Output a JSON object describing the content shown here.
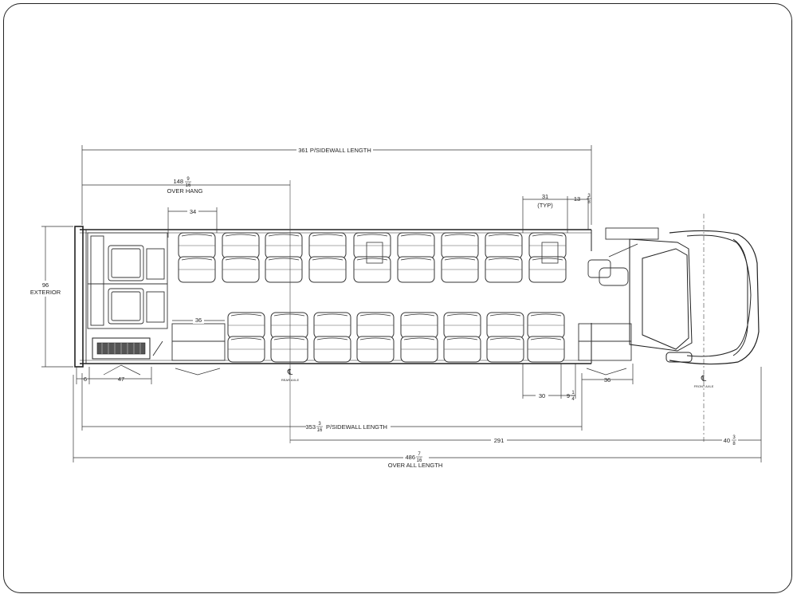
{
  "dimensions": {
    "sidewall_top": "361 P/SIDEWALL LENGTH",
    "overhang_whole": "148",
    "overhang_num": "9",
    "overhang_den": "16",
    "overhang_label": "OVER HANG",
    "seat_width": "34",
    "seat_pitch": "31",
    "seat_pitch_note": "(TYP)",
    "front_whole": "13",
    "front_num": "3",
    "front_den": "8",
    "exterior_value": "96",
    "exterior_label": "EXTERIOR",
    "aisle": "36",
    "left_gap": "6",
    "rear_width": "47",
    "bottom_seat": "30",
    "bottom_gap_whole": "9",
    "bottom_gap_num": "1",
    "bottom_gap_den": "4",
    "bottom_right": "36",
    "sidewall_bottom_whole": "353",
    "sidewall_bottom_num": "3",
    "sidewall_bottom_den": "16",
    "sidewall_bottom_label": "P/SIDEWALL LENGTH",
    "wheelbase": "291",
    "front_overhang_whole": "40",
    "front_overhang_num": "3",
    "front_overhang_den": "8",
    "overall_whole": "486",
    "overall_num": "7",
    "overall_den": "16",
    "overall_label": "OVER ALL LENGTH",
    "rear_axle_label": "REAR AXLE",
    "front_axle_label": "FRONT AXLE",
    "centerline_symbol": "℄"
  }
}
